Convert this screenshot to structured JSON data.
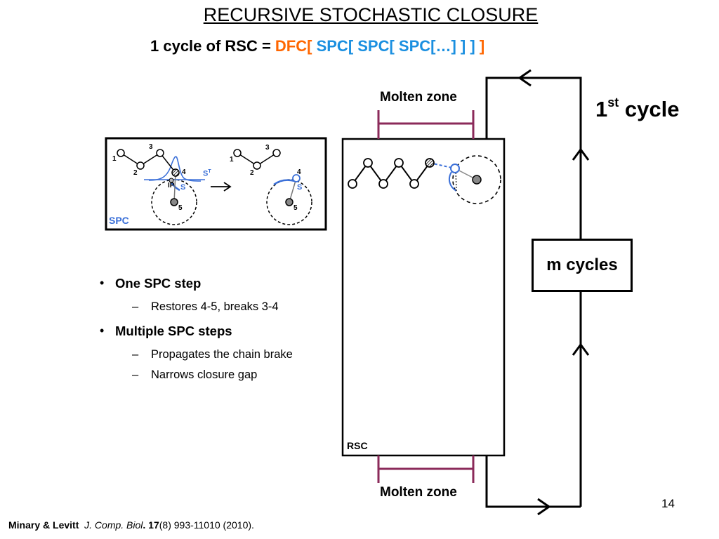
{
  "slide": {
    "title": "RECURSIVE STOCHASTIC CLOSURE",
    "subtitle_prefix": "1 cycle of RSC = ",
    "subtitle_dfc": "DFC[",
    "subtitle_spc": " SPC[ SPC[ SPC[…] ] ]",
    "subtitle_close": " ]",
    "page_number": "14"
  },
  "spc_panel": {
    "label": "SPC",
    "nums_left": [
      "1",
      "2",
      "3",
      "4",
      "5"
    ],
    "nums_right": [
      "1",
      "2",
      "3",
      "4",
      "5"
    ],
    "ip": "IP",
    "s_label": "S",
    "st_label": "S",
    "st_sup": "T",
    "s_label_right": "S"
  },
  "bullets": [
    {
      "text": "One SPC step",
      "subs": [
        "Restores 4-5, breaks 3-4"
      ]
    },
    {
      "text": "Multiple SPC steps",
      "subs": [
        "Propagates the chain brake",
        "Narrows closure gap"
      ]
    }
  ],
  "rsc_panel": {
    "label": "RSC"
  },
  "molten_zone_top": "Molten zone",
  "molten_zone_bottom": "Molten zone",
  "cycle": {
    "prefix": "1",
    "sup": "st",
    "suffix": " cycle"
  },
  "m_cycles": "m cycles",
  "citation": {
    "authors": "Minary & Levitt",
    "journal": "J. Comp. Biol",
    "volume": "17",
    "issue": "(8) 993-11010  (2010)."
  },
  "colors": {
    "spc_blue": "#3a6fd8",
    "dfc_orange": "#ff6600",
    "spc_text_blue": "#1a8fe0",
    "molten_zone": "#8b2a5a"
  }
}
